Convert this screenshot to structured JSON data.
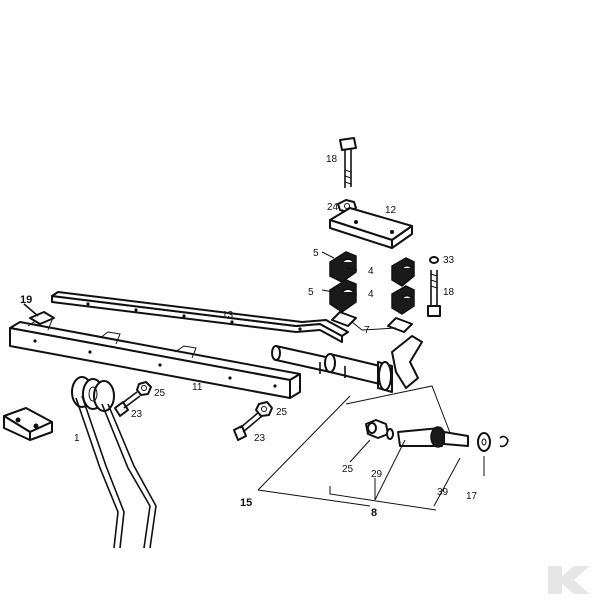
{
  "diagram": {
    "callouts": {
      "c1": "1",
      "c4a": "4",
      "c4b": "4",
      "c5a": "5",
      "c5b": "5",
      "c7": "7",
      "c8": "8",
      "c11": "11",
      "c12": "12",
      "c13": "13",
      "c15": "15",
      "c17": "17",
      "c18a": "18",
      "c18b": "18",
      "c19": "19",
      "c23a": "23",
      "c23b": "23",
      "c24": "24",
      "c25a": "25",
      "c25b": "25",
      "c25c": "25",
      "c29": "29",
      "c33": "33",
      "c39": "39"
    },
    "colors": {
      "ink": "#111111",
      "paper": "#ffffff",
      "watermark": "#e6e6e6"
    }
  }
}
